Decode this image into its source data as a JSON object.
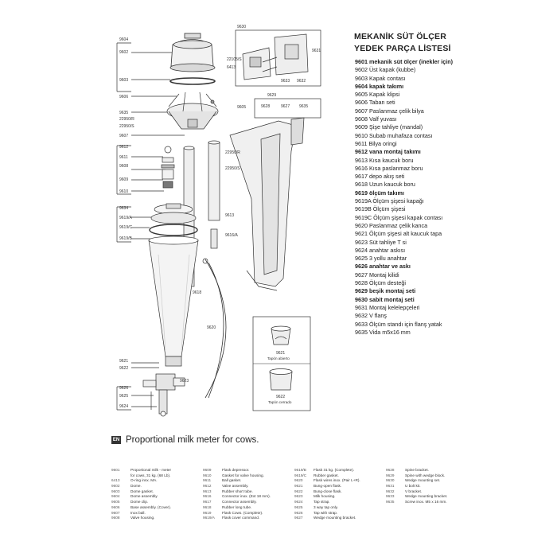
{
  "title": {
    "line1": "MEKANİK SÜT ÖLÇER",
    "line2": "YEDEK PARÇA LİSTESİ"
  },
  "parts_list": [
    {
      "text": "9601 mekanik süt ölçer (inekler için)",
      "bold": true
    },
    {
      "text": "9602 Üst kapak (kubbe)",
      "bold": false
    },
    {
      "text": "9603 Kapak contası",
      "bold": false
    },
    {
      "text": "9604 kapak takımı",
      "bold": true
    },
    {
      "text": "9605 Kapak klipsi",
      "bold": false
    },
    {
      "text": "9606 Taban seti",
      "bold": false
    },
    {
      "text": "9607 Paslanmaz çelik bilya",
      "bold": false
    },
    {
      "text": "9608 Valf yuvası",
      "bold": false
    },
    {
      "text": "9609 Şişe tahliye (mandal)",
      "bold": false
    },
    {
      "text": "9610 Subab muhafaza contası",
      "bold": false
    },
    {
      "text": "9611 Bilya oringi",
      "bold": false
    },
    {
      "text": "9612 vana montaj takımı",
      "bold": true
    },
    {
      "text": "9613 Kısa kaucuk boru",
      "bold": false
    },
    {
      "text": "9616 Kısa paslanmaz boru",
      "bold": false
    },
    {
      "text": "9617 depo akış seti",
      "bold": false
    },
    {
      "text": "9618 Uzun kaucuk boru",
      "bold": false
    },
    {
      "text": "9619 ölçüm takımı",
      "bold": true
    },
    {
      "text": "9619A Ölçüm şişesi kapağı",
      "bold": false
    },
    {
      "text": "9619B Ölçüm şişesi",
      "bold": false
    },
    {
      "text": "9619C Ölçüm şişesi kapak contası",
      "bold": false
    },
    {
      "text": "9620 Paslanmaz çelik kanca",
      "bold": false
    },
    {
      "text": "9621 Ölçüm şişesi alt kaucuk tapa",
      "bold": false
    },
    {
      "text": "9623 Süt tahliye T si",
      "bold": false
    },
    {
      "text": "9624 anahtar askısı",
      "bold": false
    },
    {
      "text": "9625 3 yollu anahtar",
      "bold": false
    },
    {
      "text": "9626 anahtar ve askı",
      "bold": true
    },
    {
      "text": "9627 Montaj kilidi",
      "bold": false
    },
    {
      "text": "9628 Ölçüm desteği",
      "bold": false
    },
    {
      "text": "9629 beşik montaj seti",
      "bold": true
    },
    {
      "text": "9630 sabit montaj seti",
      "bold": true
    },
    {
      "text": "9631 Montaj kelelepçeleri",
      "bold": false
    },
    {
      "text": "9632 V flanş",
      "bold": false
    },
    {
      "text": "9633 Ölçüm standı için flanş yatak",
      "bold": false
    },
    {
      "text": "9635 Vida m5x16 mm",
      "bold": false
    }
  ],
  "callouts": {
    "c9604": "9604",
    "c9602": "9602",
    "c9603": "9603",
    "c9606": "9606",
    "c9635": "9635",
    "c22950R": "22950/R",
    "c22950S": "22950/S",
    "c9607": "9607",
    "c9612": "9612",
    "c9611": "9611",
    "c9608": "9608",
    "c9609": "9609",
    "c9610": "9610",
    "c22950R2": "22950/R",
    "c22950S2": "22950/S",
    "c9634": "9634",
    "c9619A": "9619/A",
    "c9619C": "9619/C",
    "c9619B": "9619/B",
    "c9613": "9613",
    "c9616A": "9616/A",
    "c9618": "9618",
    "c9620": "9620",
    "c9621": "9621",
    "c9622": "9622",
    "c9623": "9623",
    "c9626": "9626",
    "c9625": "9625",
    "c9624": "9624",
    "c9630": "9630",
    "c9631": "9631",
    "c22105": "22105/S",
    "c6413": "6413",
    "c9633": "9633",
    "c9632": "9632",
    "c9629": "9629",
    "c9605": "9605",
    "c9628": "9628",
    "c9627": "9627",
    "c9635b": "9635"
  },
  "plug_open": {
    "code": "9621",
    "caption": "Tapón abierto"
  },
  "plug_closed": {
    "code": "9622",
    "caption": "Tapón cerrado"
  },
  "banner": {
    "flag": "EN",
    "text": "Proportional milk meter for cows."
  },
  "legend_columns": [
    [
      {
        "n": "9601",
        "t": "Proportional milk - meter"
      },
      {
        "n": "",
        "t": "for cows, 31 kg. (68 Lb)."
      },
      {
        "n": "6413",
        "t": "O-ring insx. MA."
      },
      {
        "n": "9602",
        "t": "Dome."
      },
      {
        "n": "9603",
        "t": "Dome gasket."
      },
      {
        "n": "9604",
        "t": "Dome assembly."
      },
      {
        "n": "9605",
        "t": "Dome clip."
      },
      {
        "n": "9606",
        "t": "Base assembly. (Cover)."
      },
      {
        "n": "9607",
        "t": "Inox ball."
      },
      {
        "n": "9608",
        "t": "Valve housing."
      }
    ],
    [
      {
        "n": "9609",
        "t": "Flask depressor."
      },
      {
        "n": "9610",
        "t": "Gasket for valve housing."
      },
      {
        "n": "9611",
        "t": "Ball gasket."
      },
      {
        "n": "9612",
        "t": "Valve assembly."
      },
      {
        "n": "9613",
        "t": "Rubber short tube."
      },
      {
        "n": "9616",
        "t": "Connector inox. (Ext 18 mm)."
      },
      {
        "n": "9617",
        "t": "Connector assembly."
      },
      {
        "n": "9618",
        "t": "Rubber long tube."
      },
      {
        "n": "9619",
        "t": "Flask Cows. (Complete)."
      },
      {
        "n": "9619/A",
        "t": "Flask cover command."
      }
    ],
    [
      {
        "n": "9619/B",
        "t": "Flask 31 kg. (Complete)."
      },
      {
        "n": "9619/C",
        "t": "Rubber gasket."
      },
      {
        "n": "9620",
        "t": "Flask wires inox. (Pair L+R)."
      },
      {
        "n": "9621",
        "t": "Bung-open flask."
      },
      {
        "n": "9622",
        "t": "Bung-close flask."
      },
      {
        "n": "9623",
        "t": "Milk housing."
      },
      {
        "n": "9624",
        "t": "Tap strap."
      },
      {
        "n": "9625",
        "t": "3 way tap only."
      },
      {
        "n": "9626",
        "t": "Tap with strap."
      },
      {
        "n": "9627",
        "t": "Wedge mounting bracket."
      }
    ],
    [
      {
        "n": "9628",
        "t": "Spine bracket."
      },
      {
        "n": "9629",
        "t": "Spine with wedge block."
      },
      {
        "n": "9630",
        "t": "Wedge mounting set."
      },
      {
        "n": "9631",
        "t": "U bolt kit."
      },
      {
        "n": "9632",
        "t": "V bracket."
      },
      {
        "n": "9633",
        "t": "Wedge mounting bracket."
      },
      {
        "n": "9635",
        "t": "Screw inox. M5 x 16 mm."
      }
    ]
  ]
}
